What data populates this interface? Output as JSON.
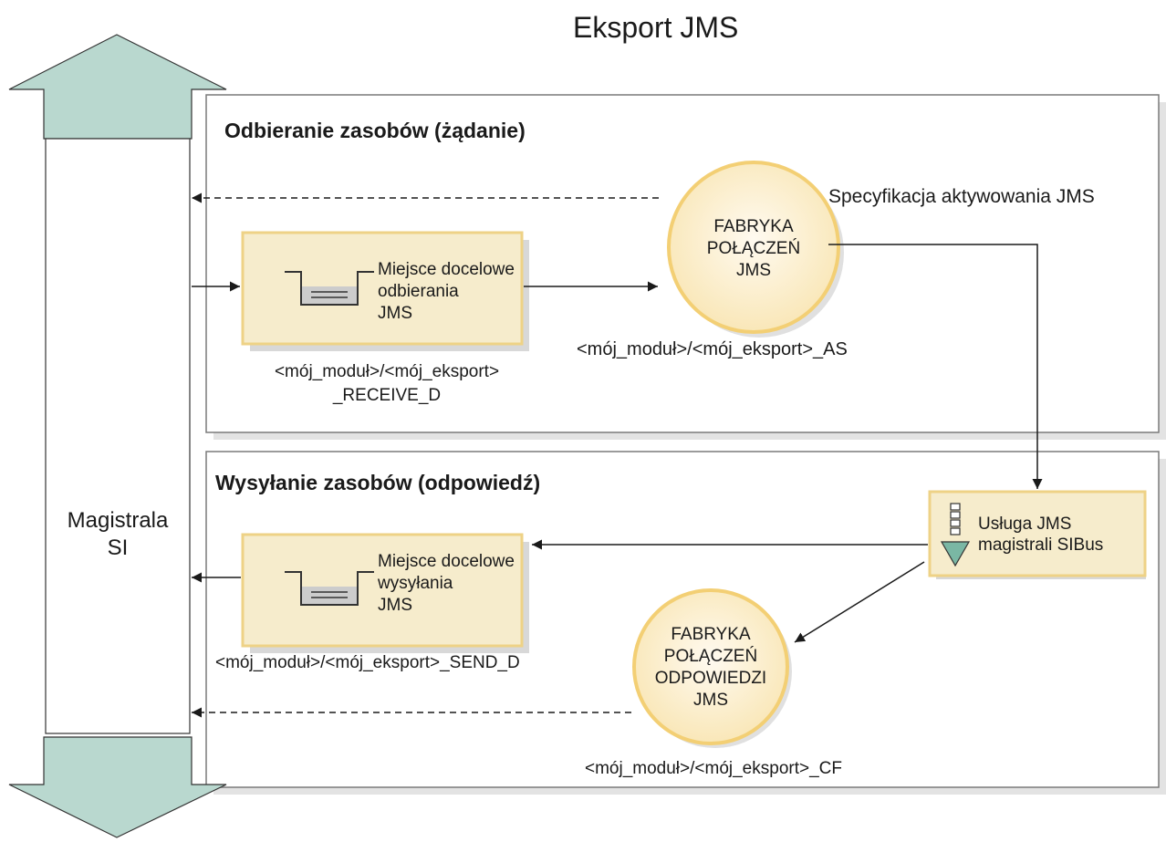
{
  "title": "Eksport JMS",
  "bus": {
    "label_line1": "Magistrala",
    "label_line2": "SI"
  },
  "receive_section": {
    "heading": "Odbieranie zasobów (żądanie)",
    "activation_spec": "Specyfikacja aktywowania JMS",
    "destination": {
      "line1": "Miejsce docelowe",
      "line2": "odbierania",
      "line3": "JMS"
    },
    "destination_caption_line1": "<mój_moduł>/<mój_eksport>",
    "destination_caption_line2": "_RECEIVE_D",
    "factory": {
      "line1": "FABRYKA",
      "line2": "POŁĄCZEŃ",
      "line3": "JMS"
    },
    "factory_caption": "<mój_moduł>/<mój_eksport>_AS"
  },
  "send_section": {
    "heading": "Wysyłanie zasobów (odpowiedź)",
    "service": {
      "line1": "Usługa JMS",
      "line2": "magistrali SIBus"
    },
    "destination": {
      "line1": "Miejsce docelowe",
      "line2": "wysyłania",
      "line3": "JMS"
    },
    "destination_caption": "<mój_moduł>/<mój_eksport>_SEND_D",
    "factory": {
      "line1": "FABRYKA",
      "line2": "POŁĄCZEŃ",
      "line3": "ODPOWIEDZI",
      "line4": "JMS"
    },
    "factory_caption": "<mój_moduł>/<mój_eksport>_CF"
  },
  "colors": {
    "arrow_fill": "#b9d8cf",
    "box_fill": "#f6eccc",
    "box_border": "#eed286",
    "circle_fill": "#fbf0d0",
    "circle_border": "#f3cf74",
    "service_arrow": "#7ab7a4"
  }
}
